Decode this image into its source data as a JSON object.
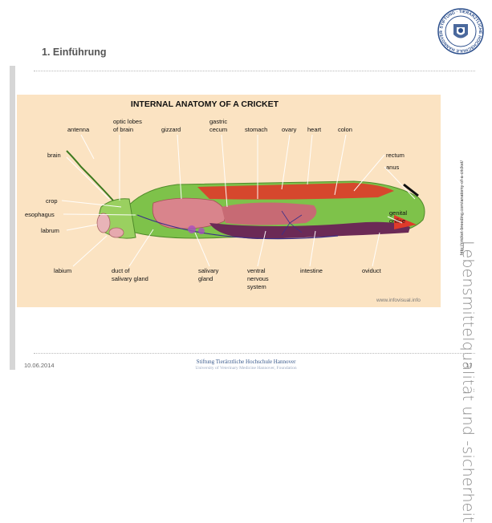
{
  "slide": {
    "heading": "1. Einführung",
    "vertical_title": "Lebensmittelqualität und -sicherheit",
    "source_url": "http://cricket-breeding.com/anatomy-of-a-cricket/",
    "footer": {
      "date": "10.06.2014",
      "institution": "Stiftung Tierärztliche Hochschule Hannover",
      "institution_sub": "University of Veterinary Medicine Hannover, Foundation",
      "page_number": "17"
    },
    "logo_text": "· STIFTUNG · TIERÄRZTLICHE HOCHSCHULE HANNOVER"
  },
  "figure": {
    "title": "INTERNAL ANATOMY OF A CRICKET",
    "watermark": "www.infovisual.info",
    "labels": {
      "antenna": "antenna",
      "optic1": "optic lobes",
      "optic2": "of brain",
      "gizzard": "gizzard",
      "gastric1": "gastric",
      "gastric2": "cecum",
      "stomach": "stomach",
      "ovary": "ovary",
      "heart": "heart",
      "colon": "colon",
      "brain": "brain",
      "rectum": "rectum",
      "anus": "anus",
      "crop": "crop",
      "esophagus": "esophagus",
      "labrum": "labrum",
      "genital1": "genital",
      "genital2": "orifice",
      "labium": "labium",
      "duct1": "duct of",
      "duct2": "salivary gland",
      "salivary1": "salivary",
      "salivary2": "gland",
      "ventral1": "ventral",
      "ventral2": "nervous",
      "ventral3": "system",
      "intestine": "intestine",
      "oviduct": "oviduct"
    }
  },
  "colors": {
    "figure_bg": "#fbe3c2",
    "body_green": "#7ec24a",
    "organ_red": "#e03a2a",
    "organ_pink": "#d9848c",
    "accent_blue": "#3a5a8c"
  }
}
